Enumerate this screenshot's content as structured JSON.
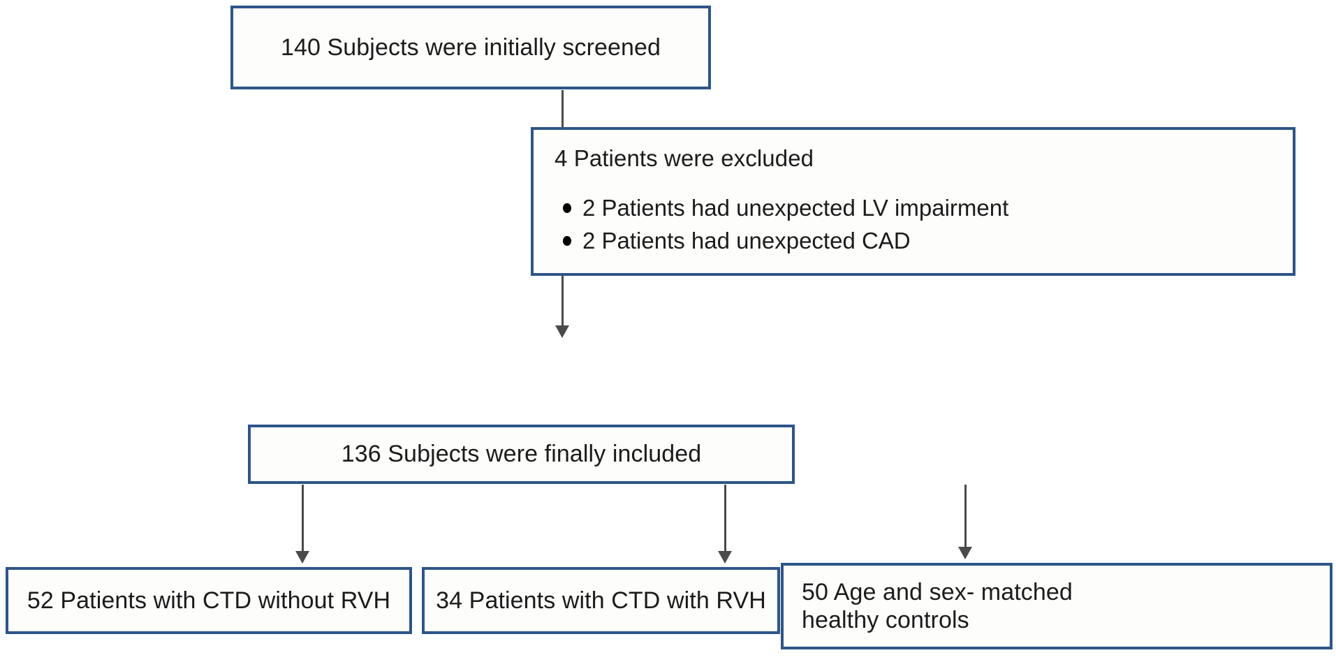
{
  "diagram": {
    "type": "flowchart",
    "title": "Study participant flow diagram",
    "accent_color": "#2d5589",
    "connector_color": "#4a4a4a",
    "box_fill": "#fdfdfb",
    "text_color": "#1b1b1b"
  },
  "nodes": {
    "screened": {
      "label": "140 Subjects were initially screened",
      "count": 140
    },
    "excluded": {
      "heading": "4 Patients were excluded",
      "count": 4,
      "reasons": [
        {
          "label": "2 Patients had unexpected LV impairment",
          "count": 2
        },
        {
          "label": "2 Patients had unexpected CAD",
          "count": 2
        }
      ]
    },
    "included": {
      "label": "136 Subjects were finally included",
      "count": 136
    },
    "groups": [
      {
        "label": "52 Patients with CTD without RVH",
        "count": 52
      },
      {
        "label": "34 Patients with CTD with RVH",
        "count": 34
      },
      {
        "label": "50 Age and sex- matched\nhealthy controls",
        "count": 50
      }
    ]
  },
  "connectors": {
    "trunk": "arrow-down-to-included",
    "to_excluded": "arrow-right-to-excluded",
    "to_group_1": "arrow-down-to-ctd-without-rvh",
    "to_group_2": "arrow-down-to-ctd-with-rvh",
    "to_group_3": "arrow-down-to-healthy-controls"
  }
}
